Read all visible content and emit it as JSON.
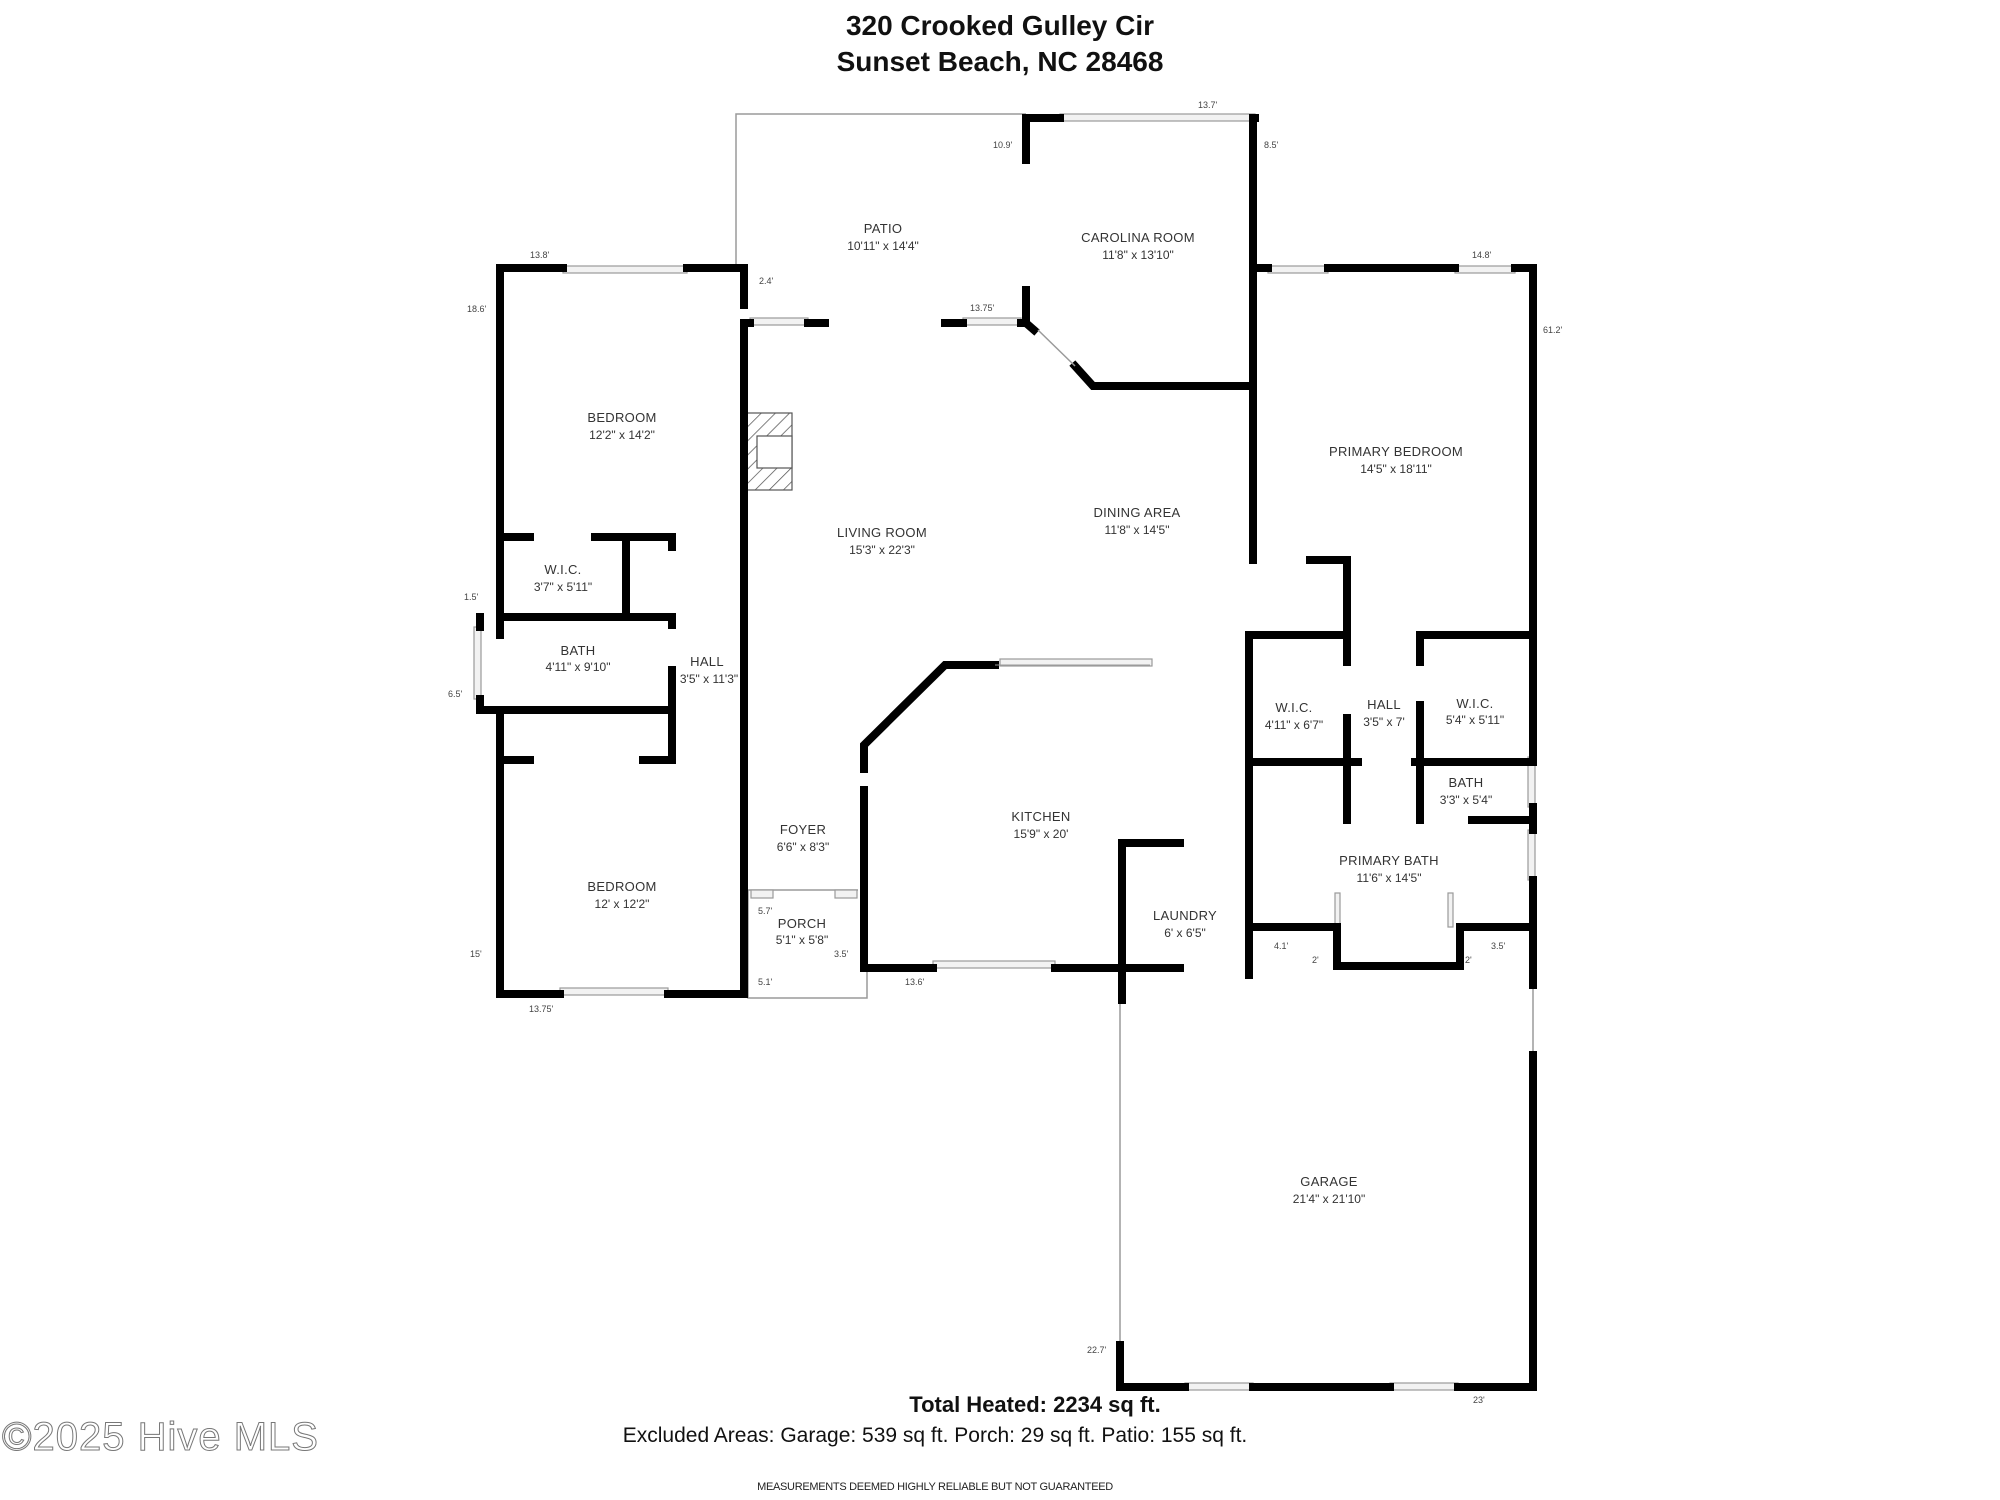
{
  "header": {
    "address_line1": "320 Crooked Gulley Cir",
    "address_line2": "Sunset Beach, NC 28468"
  },
  "rooms": {
    "patio": {
      "name": "PATIO",
      "dims": "10'11\" x 14'4\""
    },
    "carolina_room": {
      "name": "CAROLINA ROOM",
      "dims": "11'8\" x 13'10\""
    },
    "bedroom_upper": {
      "name": "BEDROOM",
      "dims": "12'2\" x 14'2\""
    },
    "wic_left": {
      "name": "W.I.C.",
      "dims": "3'7\" x 5'11\""
    },
    "bath_left": {
      "name": "BATH",
      "dims": "4'11\" x 9'10\""
    },
    "hall_left": {
      "name": "HALL",
      "dims": "3'5\" x 11'3\""
    },
    "bedroom_lower": {
      "name": "BEDROOM",
      "dims": "12' x 12'2\""
    },
    "living_room": {
      "name": "LIVING ROOM",
      "dims": "15'3\" x 22'3\""
    },
    "dining_area": {
      "name": "DINING AREA",
      "dims": "11'8\" x 14'5\""
    },
    "primary_bedroom": {
      "name": "PRIMARY BEDROOM",
      "dims": "14'5\" x 18'11\""
    },
    "wic_primary_left": {
      "name": "W.I.C.",
      "dims": "4'11\" x 6'7\""
    },
    "hall_primary": {
      "name": "HALL",
      "dims": "3'5\" x 7'"
    },
    "wic_primary_right": {
      "name": "W.I.C.",
      "dims": "5'4\" x 5'11\""
    },
    "bath_primary_small": {
      "name": "BATH",
      "dims": "3'3\" x 5'4\""
    },
    "primary_bath": {
      "name": "PRIMARY BATH",
      "dims": "11'6\" x 14'5\""
    },
    "foyer": {
      "name": "FOYER",
      "dims": "6'6\" x 8'3\""
    },
    "porch": {
      "name": "PORCH",
      "dims": "5'1\" x 5'8\""
    },
    "kitchen": {
      "name": "KITCHEN",
      "dims": "15'9\" x 20'"
    },
    "laundry": {
      "name": "LAUNDRY",
      "dims": "6' x 6'5\""
    },
    "garage": {
      "name": "GARAGE",
      "dims": "21'4\" x 21'10\""
    }
  },
  "measurements": {
    "m_13_7": "13.7'",
    "m_10_9": "10.9'",
    "m_8_5": "8.5'",
    "m_13_8": "13.8'",
    "m_18_6": "18.6'",
    "m_2_4": "2.4'",
    "m_13_75_patio": "13.75'",
    "m_14_8": "14.8'",
    "m_61_2": "61.2'",
    "m_1_5": "1.5'",
    "m_6_5": "6.5'",
    "m_15": "15'",
    "m_13_75_bottom": "13.75'",
    "m_5_7": "5.7'",
    "m_3_5_porch": "3.5'",
    "m_5_1": "5.1'",
    "m_13_6": "13.6'",
    "m_4_1": "4.1'",
    "m_2_left": "2'",
    "m_2_right": "2'",
    "m_3_5_bath": "3.5'",
    "m_22_7": "22.7'",
    "m_23": "23'"
  },
  "footer": {
    "total_heated": "Total Heated: 2234 sq ft.",
    "excluded_areas": "Excluded Areas: Garage: 539 sq ft. Porch: 29 sq ft. Patio: 155 sq ft.",
    "disclaimer": "MEASUREMENTS DEEMED HIGHLY RELIABLE BUT NOT GUARANTEED"
  },
  "watermark": "©2025 Hive MLS",
  "colors": {
    "wall": "#000000",
    "window": "#cfcfcf",
    "text": "#333333"
  }
}
